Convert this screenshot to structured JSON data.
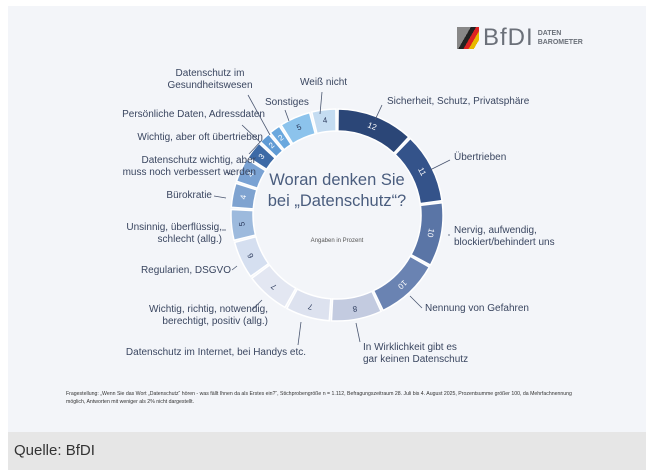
{
  "logo": {
    "name": "BfDI",
    "sub1": "DATEN",
    "sub2": "BAROMETER"
  },
  "caption": "Quelle: BfDI",
  "chart_data": {
    "type": "pie",
    "donut": true,
    "title": "Woran denken Sie bei „Datenschutz“?",
    "subtitle": "Angaben in Prozent",
    "slices": [
      {
        "label": "Sicherheit, Schutz, Privatsphäre",
        "value": 12,
        "color": "#2b4677"
      },
      {
        "label": "Übertrieben",
        "value": 11,
        "color": "#34538a"
      },
      {
        "label": "Nervig, aufwendig, blockiert/behindert uns",
        "value": 10,
        "color": "#5a75a6"
      },
      {
        "label": "Nennung von Gefahren",
        "value": 10,
        "color": "#6a83b2"
      },
      {
        "label": "In Wirklichkeit gibt es gar keinen Datenschutz",
        "value": 8,
        "color": "#c3cbe0"
      },
      {
        "label": "Datenschutz im Internet, bei Handys etc.",
        "value": 7,
        "color": "#dde2ef"
      },
      {
        "label": "Wichtig, richtig, notwendig, berechtigt, positiv (allg.)",
        "value": 7,
        "color": "#e3e7f2"
      },
      {
        "label": "Regularien, DSGVO",
        "value": 6,
        "color": "#d5dff0"
      },
      {
        "label": "Unsinnig, überflüssig, schlecht (allg.)",
        "value": 5,
        "color": "#9dbadd"
      },
      {
        "label": "Bürokratie",
        "value": 4,
        "color": "#7fa3d0"
      },
      {
        "label": "Datenschutz wichtig, aber muss noch verbessert werden",
        "value": 4,
        "color": "#7aa2d3"
      },
      {
        "label": "Wichtig, aber oft übertrieben",
        "value": 3,
        "color": "#3d6aa6"
      },
      {
        "label": "Persönliche Daten, Adressdaten",
        "value": 2,
        "color": "#5f9ad4"
      },
      {
        "label": "Datenschutz im Gesundheitswesen",
        "value": 2,
        "color": "#6aa8de"
      },
      {
        "label": "Sonstiges",
        "value": 5,
        "color": "#8cc3ec"
      },
      {
        "label": "Weiß nicht",
        "value": 4,
        "color": "#c4dcf1"
      }
    ]
  },
  "labels": {
    "l0": "Sicherheit, Schutz, Privatsphäre",
    "l1": "Übertrieben",
    "l2a": "Nervig, aufwendig,",
    "l2b": "blockiert/behindert uns",
    "l3": "Nennung von Gefahren",
    "l4a": "In Wirklichkeit gibt es",
    "l4b": "gar keinen Datenschutz",
    "l5": "Datenschutz im Internet, bei Handys etc.",
    "l6a": "Wichtig, richtig, notwendig,",
    "l6b": "berechtigt, positiv (allg.)",
    "l7": "Regularien, DSGVO",
    "l8a": "Unsinnig, überflüssig,",
    "l8b": "schlecht (allg.)",
    "l9": "Bürokratie",
    "l10a": "Datenschutz wichtig, aber",
    "l10b": "muss noch verbessert werden",
    "l11": "Wichtig, aber oft übertrieben",
    "l12": "Persönliche Daten, Adressdaten",
    "l13a": "Datenschutz im",
    "l13b": "Gesundheitswesen",
    "l14": "Sonstiges",
    "l15": "Weiß nicht"
  },
  "center": {
    "title1": "Woran denken Sie",
    "title2": "bei „Datenschutz“?",
    "subtitle": "Angaben in Prozent"
  },
  "footnote": "Fragestellung: „Wenn Sie das Wort „Datenschutz“ hören - was fällt Ihnen da als Erstes ein?“, Stichprobengröße n = 1.112, Befragungszeitraum 28. Juli bis 4. August 2025, Prozentsumme größer 100, da Mehrfachnennung möglich, Antworten mit weniger als 2% nicht dargestellt."
}
